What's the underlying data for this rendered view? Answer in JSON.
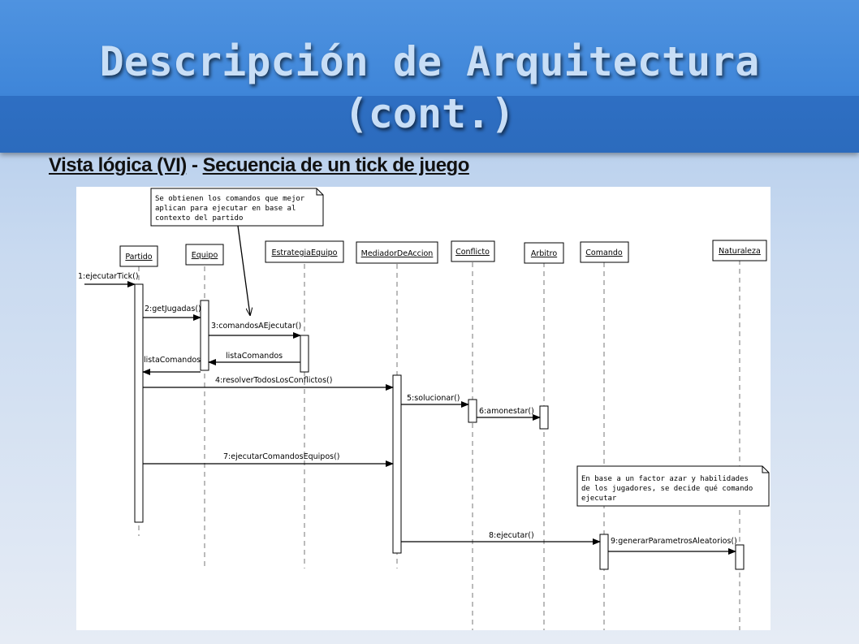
{
  "title": "Descripción de Arquitectura (cont.)",
  "subtitle": {
    "part1": "Vista lógica (VI)",
    "separator": " - ",
    "part2": "Secuencia de un tick de juego"
  },
  "diagram": {
    "participants": [
      "Partido",
      "Equipo",
      "EstrategiaEquipo",
      "MediadorDeAccion",
      "Conflicto",
      "Arbitro",
      "Comando",
      "Naturaleza"
    ],
    "messages": {
      "m1": "1:ejecutarTick()",
      "m2": "2:getJugadas()",
      "m3": "3:comandosAEjecutar()",
      "r3": "listaComandos",
      "r2": "listaComandos",
      "m4": "4:resolverTodosLosConflictos()",
      "m5": "5:solucionar()",
      "m6": "6:amonestar()",
      "m7": "7:ejecutarComandosEquipos()",
      "m8": "8:ejecutar()",
      "m9": "9:generarParametrosAleatorios()"
    },
    "notes": {
      "note1": [
        "Se obtienen los comandos que mejor",
        "aplican para ejecutar en base al",
        "contexto del partido"
      ],
      "note2": [
        "En base a un factor azar y habilidades",
        "de los jugadores, se decide qué comando",
        "ejecutar"
      ]
    }
  }
}
